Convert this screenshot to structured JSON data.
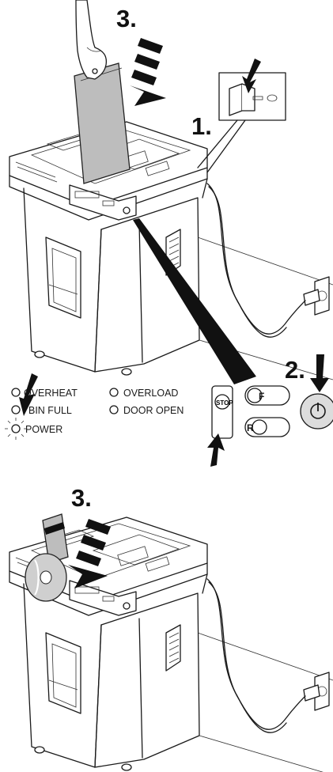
{
  "steps": {
    "step1": "1.",
    "step2": "2.",
    "step3_top": "3.",
    "step3_bottom": "3."
  },
  "indicators": {
    "overheat": "OVERHEAT",
    "overload": "OVERLOAD",
    "bin_full": "BIN FULL",
    "door_open": "DOOR OPEN",
    "power": "POWER"
  },
  "buttons": {
    "stop": "STOP",
    "forward": "F",
    "reverse": "R"
  },
  "icons": {
    "power_button": "power-icon",
    "switch": "main-switch-icon",
    "arrow": "arrow-icon",
    "cd": "cd-disc-icon",
    "card": "credit-card-icon"
  },
  "colors": {
    "line": "#1a1a1a",
    "paper": "#bdbdbd",
    "power_button": "#dcdcdc",
    "background": "#ffffff"
  }
}
